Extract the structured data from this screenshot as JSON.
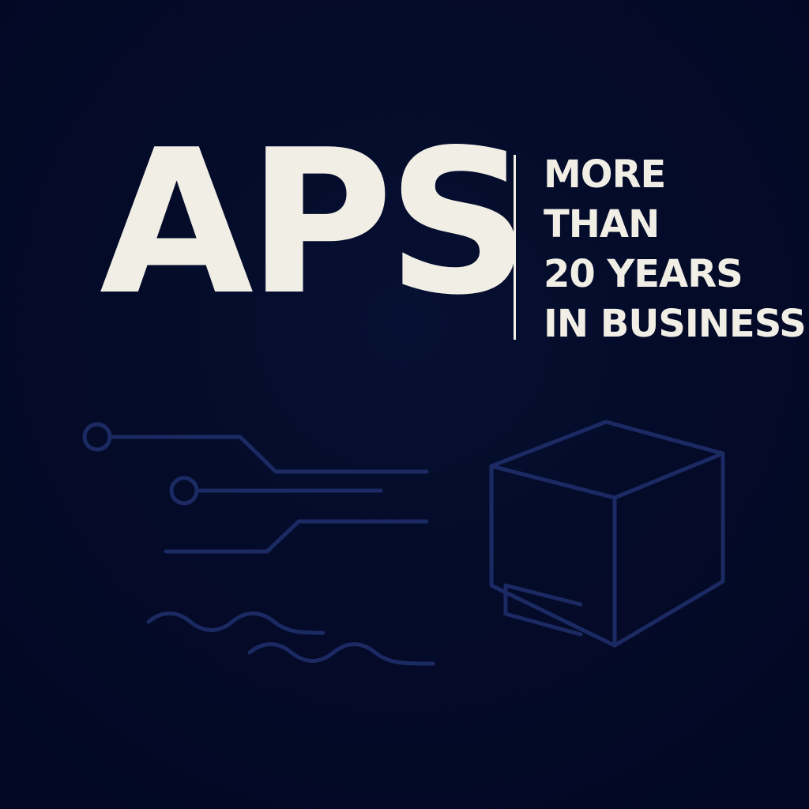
{
  "brand": {
    "name": "APS"
  },
  "tagline": {
    "lines": [
      "MORE",
      "THAN",
      "20 YEARS",
      "IN BUSINESS"
    ]
  },
  "colors": {
    "background": "#030a26",
    "text": "#f1eee6",
    "line_art": "#1b2a63"
  },
  "icons": {
    "circuit": "circuit-lines-icon",
    "box": "box-icon",
    "wave": "wave-lines-icon"
  }
}
